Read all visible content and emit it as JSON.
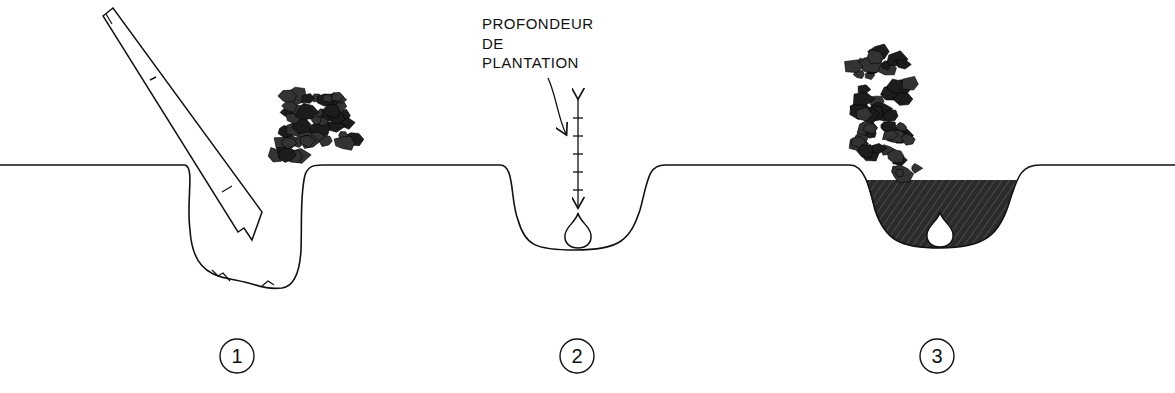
{
  "diagram": {
    "nodes": [
      {
        "text": [
          "1"
        ]
      },
      {
        "text": [
          "2"
        ]
      },
      {
        "text": [
          "3"
        ]
      }
    ],
    "labels": [
      "PROFONDEUR DE PLANTATION"
    ]
  }
}
